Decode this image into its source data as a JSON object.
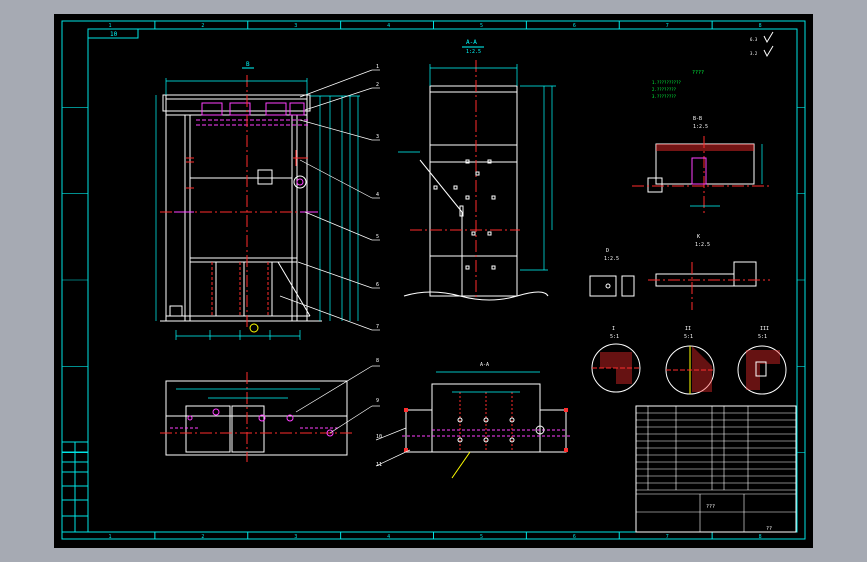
{
  "colors": {
    "background": "#a6aab3",
    "sheet": "#000000",
    "frame": "#00e5e5",
    "outline": "#ffffff",
    "hidden": "#ff2d2d",
    "center": "#ff40ff",
    "dim": "#00ffff",
    "note": "#00ff40",
    "leader": "#ffff00"
  },
  "zone_numbers": {
    "top": [
      "1",
      "2",
      "3",
      "4",
      "5",
      "6",
      "7",
      "8"
    ],
    "bottom": [
      "1",
      "2",
      "3",
      "4",
      "5",
      "6",
      "7",
      "8"
    ]
  },
  "labels": {
    "top_box": "10",
    "front_view": "B",
    "section_aa": "A-A",
    "scale_aa": "1:2.5",
    "section_bb": "B-B",
    "scale_bb": "1:2.5",
    "view_k": "K",
    "scale_k": "1:2.5",
    "view_d": "D",
    "scale_d": "1:2.5",
    "detail_1": "I",
    "detail_1_scale": "5:1",
    "detail_2": "II",
    "detail_2_scale": "5:1",
    "detail_3": "III",
    "detail_3_scale": "5:1",
    "section_a_bottom": "A-A",
    "roughness_1": "6.3",
    "roughness_2": "3.2",
    "tech_title": "????",
    "title_block_name": "???",
    "title_block_code": "??"
  },
  "balloons": [
    "1",
    "2",
    "3",
    "4",
    "5",
    "6",
    "7",
    "8",
    "9",
    "10",
    "11"
  ],
  "notes": [
    "1.??????????",
    "2.????????",
    "3.????????"
  ]
}
